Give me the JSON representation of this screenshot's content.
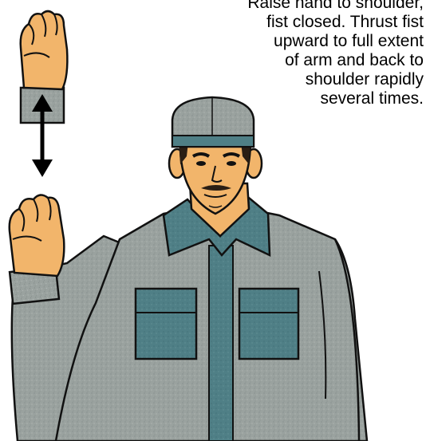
{
  "instruction": {
    "lines": [
      "Raise hand to shoulder,",
      "fist closed. Thrust fist",
      "upward to full extent",
      "of arm and back to",
      "shoulder rapidly",
      "several times."
    ]
  },
  "colors": {
    "shirt": "#9aa29f",
    "shirt_shadow": "#7f8886",
    "collar_teal": "#4f7f86",
    "pocket_teal": "#5a8a91",
    "skin": "#f2b56b",
    "skin_shadow": "#d8924a",
    "hair": "#2a1e14",
    "outline": "#111111",
    "arrow": "#000000"
  },
  "icons": [
    "fist-icon",
    "up-down-arrow-icon"
  ]
}
